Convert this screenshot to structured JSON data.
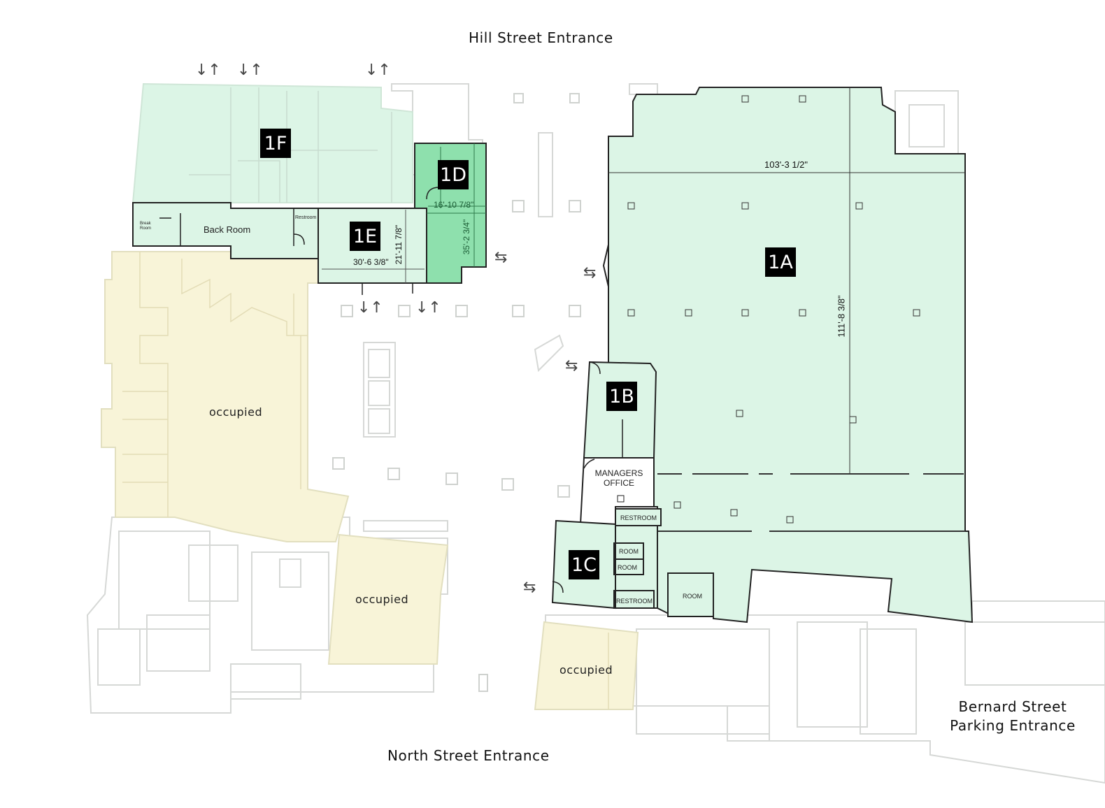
{
  "entrances": {
    "hill": "Hill Street Entrance",
    "north": "North Street Entrance",
    "bernard_line1": "Bernard Street",
    "bernard_line2": "Parking Entrance"
  },
  "units": {
    "u1a": "1A",
    "u1b": "1B",
    "u1c": "1C",
    "u1d": "1D",
    "u1e": "1E",
    "u1f": "1F"
  },
  "occupied_label": "occupied",
  "rooms": {
    "back_room": "Back Room",
    "break_room_line1": "Break",
    "break_room_line2": "Room",
    "restroom_small": "Restroom",
    "managers_line1": "MANAGERS",
    "managers_line2": "OFFICE",
    "restroom_caps": "RESTROOM",
    "room_caps": "ROOM"
  },
  "dimensions": {
    "d_1a_width": "103'-3 1/2\"",
    "d_1a_depth": "111'-8 3/8\"",
    "d_1d_width": "16'-10 7/8\"",
    "d_1d_depth": "35'-2 3/4\"",
    "d_1e_width": "30'-6 3/8\"",
    "d_1e_depth": "21'-11 7/8\""
  },
  "colors": {
    "available": "#dcf5e6",
    "highlight": "#8ee0ad",
    "occupied": "#f8f4d8",
    "ghost_line": "#d6d8d6",
    "wall": "#222222"
  },
  "arrow_glyphs": {
    "vertical": "↓↑",
    "horizontal": "⇆"
  }
}
